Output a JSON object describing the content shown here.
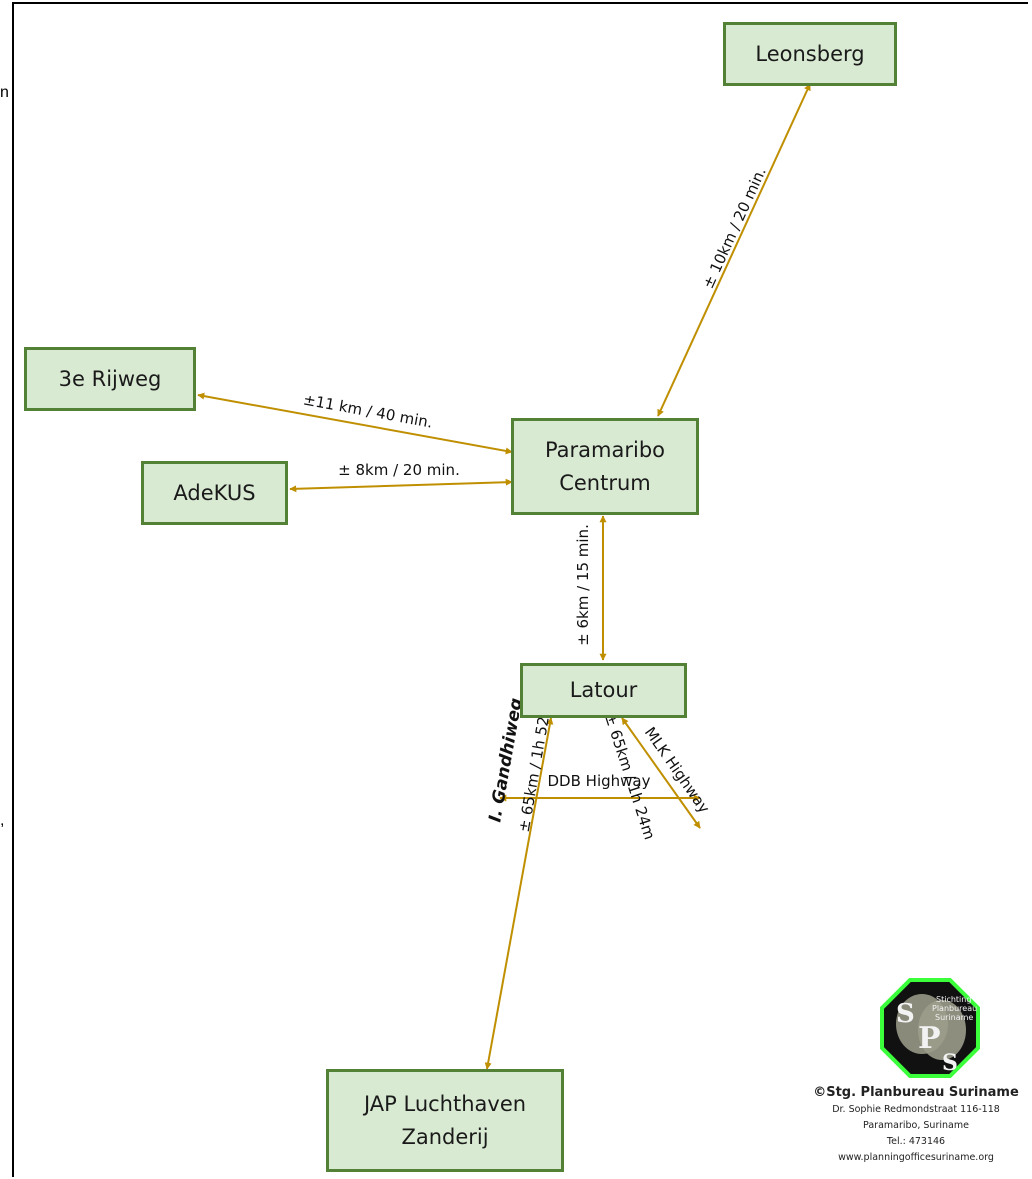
{
  "colors": {
    "node_fill": "#d9ead3",
    "node_border": "#538135",
    "edge": "#bf8f00"
  },
  "nodes": {
    "leonsberg": "Leonsberg",
    "rijweg": "3e Rijweg",
    "adekus": "AdeKUS",
    "paramaribo": [
      "Paramaribo",
      "Centrum"
    ],
    "latour": "Latour",
    "jap": [
      "JAP Luchthaven",
      "Zanderij"
    ]
  },
  "edges": {
    "leonsberg": "± 10km / 20 min.",
    "rijweg": "±11 km / 40 min.",
    "adekus": "± 8km / 20 min.",
    "latour": "± 6km / 15 min.",
    "gandhi_name": "I. Gandhiweg",
    "gandhi_dist": "± 65km / 1h 52m",
    "mlk_name": "MLK Highway",
    "mlk_dist": "± 65km / 1h 24m",
    "ddb": "DDB Highway"
  },
  "stray_text": {
    "top": "n",
    "bottom": ","
  },
  "credit": {
    "org": "©Stg. Planbureau Suriname",
    "address": "Dr. Sophie Redmondstraat 116-118",
    "city": "Paramaribo, Suriname",
    "tel": "Tel.: 473146",
    "web": "www.planningofficesuriname.org"
  },
  "logo": {
    "icon": "planbureau-logo-icon",
    "text": [
      "Stichting",
      "Planbureau",
      "Suriname"
    ]
  }
}
